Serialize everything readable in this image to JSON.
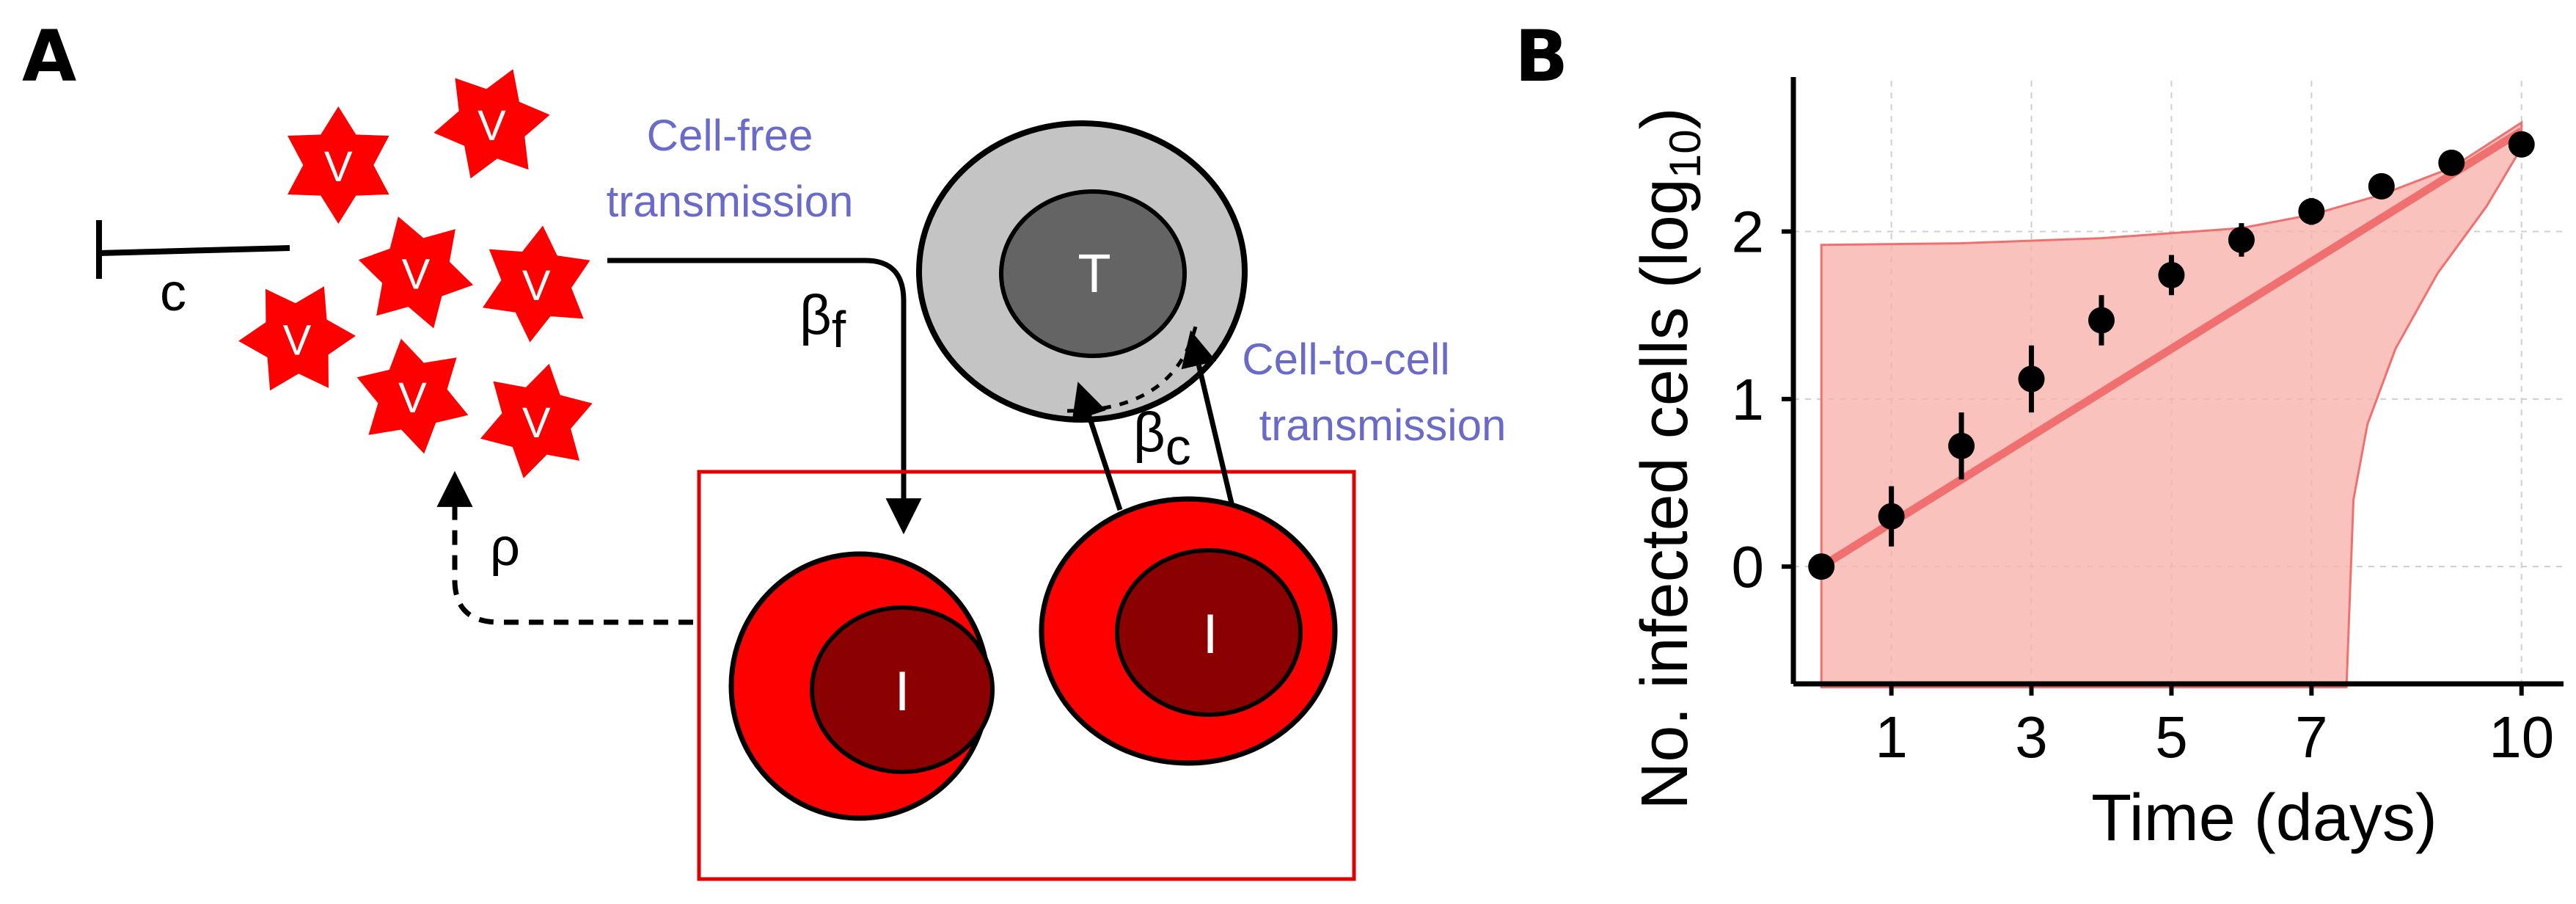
{
  "panels": {
    "a_label": "A",
    "b_label": "B"
  },
  "diagram": {
    "virus_label": "V",
    "target_label": "T",
    "infected_label": "I",
    "clearance_label": "c",
    "production_label": "ρ",
    "cell_free": {
      "line1": "Cell-free",
      "line2": "transmission",
      "rate_symbol": "β",
      "rate_subscript": "f"
    },
    "cell_to_cell": {
      "line1": "Cell-to-cell",
      "line2": "transmission",
      "rate_symbol": "β",
      "rate_subscript": "c"
    },
    "colors": {
      "virus": "#ff0000",
      "infected_outer": "#ff0000",
      "infected_inner": "#8b0000",
      "target_outer": "#c4c4c4",
      "target_inner": "#646464",
      "box": "#e00000",
      "annotation": "#6a6ac8"
    }
  },
  "chart_data": {
    "type": "scatter",
    "xlabel": "Time (days)",
    "ylabel_main": "No. infected cells (log",
    "ylabel_sub": "10",
    "ylabel_close": ")",
    "xticks": [
      1,
      3,
      5,
      7,
      10
    ],
    "yticks": [
      0,
      1,
      2
    ],
    "xlim": [
      -0.4,
      10.6
    ],
    "ylim": [
      -0.7,
      2.9
    ],
    "grid": true,
    "points": [
      {
        "x": 0,
        "y": 0.0,
        "err": 0.0
      },
      {
        "x": 1,
        "y": 0.3,
        "err": 0.18
      },
      {
        "x": 2,
        "y": 0.72,
        "err": 0.2
      },
      {
        "x": 3,
        "y": 1.12,
        "err": 0.2
      },
      {
        "x": 4,
        "y": 1.47,
        "err": 0.15
      },
      {
        "x": 5,
        "y": 1.74,
        "err": 0.12
      },
      {
        "x": 6,
        "y": 1.95,
        "err": 0.1
      },
      {
        "x": 7,
        "y": 2.12,
        "err": 0.08
      },
      {
        "x": 8,
        "y": 2.27,
        "err": 0.06
      },
      {
        "x": 9,
        "y": 2.41,
        "err": 0.03
      },
      {
        "x": 10,
        "y": 2.52,
        "err": 0.02
      }
    ],
    "fit_line": {
      "x": [
        0,
        10
      ],
      "y": [
        0.0,
        2.6
      ]
    },
    "band_upper": [
      [
        0,
        1.92
      ],
      [
        2,
        1.93
      ],
      [
        4,
        1.96
      ],
      [
        6,
        2.02
      ],
      [
        7,
        2.1
      ],
      [
        8,
        2.22
      ],
      [
        9,
        2.38
      ],
      [
        10,
        2.65
      ]
    ],
    "band_lower": [
      [
        0,
        -0.72
      ],
      [
        7.5,
        -0.72
      ],
      [
        7.6,
        0.4
      ],
      [
        7.8,
        0.85
      ],
      [
        8.2,
        1.3
      ],
      [
        8.8,
        1.75
      ],
      [
        9.5,
        2.15
      ],
      [
        10,
        2.5
      ]
    ],
    "colors": {
      "points": "#000000",
      "line": "#f07070",
      "band_fill": "#f7b3ad",
      "band_edge": "#f07070"
    }
  }
}
